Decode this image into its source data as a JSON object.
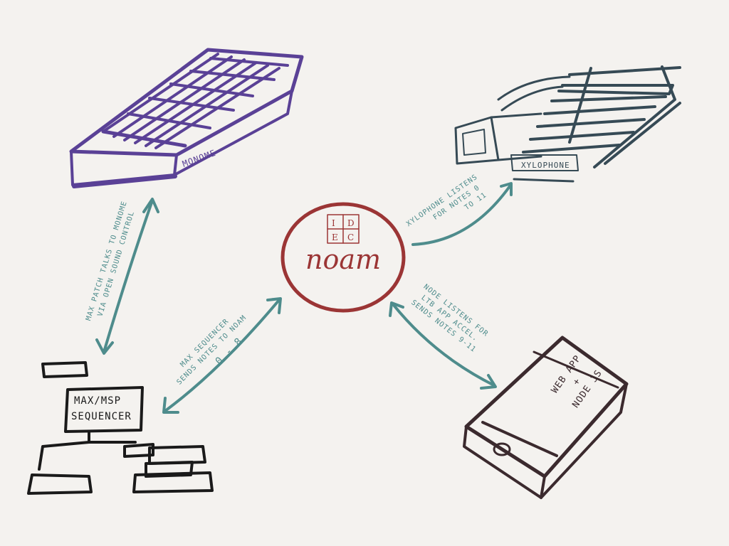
{
  "colors": {
    "background": "#f4f2ef",
    "monome": "#5a4196",
    "teal": "#4e8c8c",
    "hub": "#9b3535",
    "xylophone": "#364a55",
    "phone": "#3b2a2e",
    "ink": "#1a1a1a"
  },
  "nodes": {
    "monome": {
      "label": "monome"
    },
    "xylophone": {
      "label": "XYLOPHONE"
    },
    "sequencer": {
      "line1": "MAX/MSP",
      "line2": "SEQUENCER"
    },
    "hub": {
      "logo_letters": [
        "I",
        "D",
        "E",
        "C"
      ],
      "label": "noam"
    },
    "phone": {
      "line1": "WEB APP",
      "line2": "+",
      "line3": "NODE JS"
    }
  },
  "edges": {
    "monome_sequencer": {
      "line1": "MAX PATCH TALKS TO MONOME",
      "line2": "VIA OPEN SOUND CONTROL"
    },
    "sequencer_hub": {
      "line1": "MAX SEQUENCER",
      "line2": "SENDS NOTES TO NOAM",
      "line3": "0 - 8"
    },
    "hub_xylophone": {
      "line1": "XYLOPHONE LISTENS",
      "line2": "FOR NOTES 0",
      "line3": "TO 11"
    },
    "hub_phone": {
      "line1": "NODE LISTENS FOR",
      "line2": "LTB APP ACCEL.",
      "line3": "SENDS NOTES 9-11"
    }
  }
}
